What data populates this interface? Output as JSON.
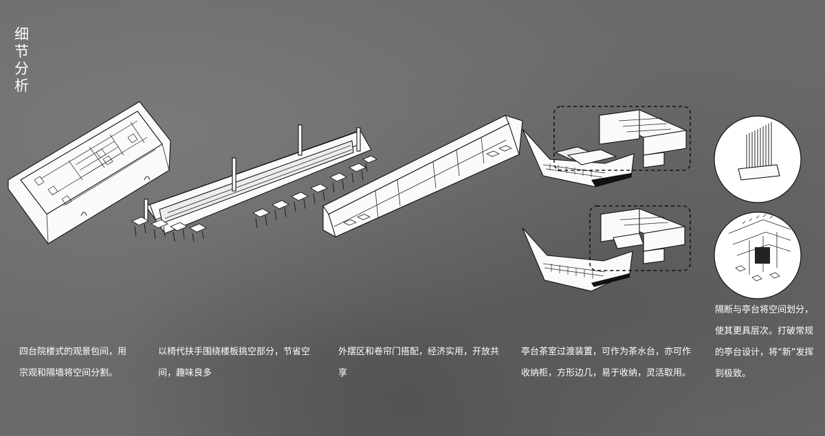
{
  "title": "细节分析",
  "captions": {
    "c1": "四台院楼式的观景包间，用宗观和隔墙将空间分割。",
    "c2": "以椅代扶手围绕楼板挑空部分，节省空间，趣味良多",
    "c3": "外摆区和卷帘门搭配，经济实用，开放共享",
    "c4": "亭台茶室过渡装置，可作为茶水台，亦可作收纳柜，方形边几，易于收纳，灵活取用。",
    "c5": "隔断与亭台将空间划分，使其更具层次。打破常规的亭台设计，将“新”发挥到极致。"
  }
}
